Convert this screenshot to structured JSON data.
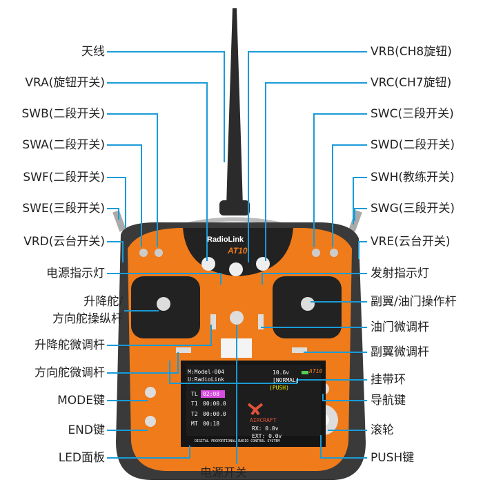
{
  "left_labels": [
    "天线",
    "VRA(旋钮开关)",
    "SWB(二段开关)",
    "SWA(二段开关)",
    "SWF(二段开关)",
    "SWE(三段开关)",
    "VRD(云台开关)",
    "电源指示灯",
    "升降舵/",
    "方向舵操纵杆",
    "升降舵微调杆",
    "方向舵微调杆",
    "MODE键",
    "END键",
    "LED面板"
  ],
  "right_labels": [
    "VRB(CH8旋钮)",
    "VRC(CH7旋钮)",
    "SWC(三段开关)",
    "SWD(二段开关)",
    "SWH(教练开关)",
    "SWG(三段开关)",
    "VRE(云台开关)",
    "发射指示灯",
    "副翼/油门操作杆",
    "油门微调杆",
    "副翼微调杆",
    "挂带环",
    "导航键",
    "滚轮",
    "PUSH键"
  ],
  "bottom_label": "电源开关",
  "device": {
    "brand": "RadioLink",
    "model": "AT10"
  },
  "screen": {
    "model": "M:Model-004",
    "user": "U:RadioLink",
    "voltage": "10.6v",
    "mode": "[NORMAL]",
    "push": "(PUSH)",
    "tl_label": "TL",
    "tl": "02:08",
    "t1_label": "T1",
    "t1": "00:00.0",
    "t2_label": "T2",
    "t2": "00:00.0",
    "mt_label": "MT",
    "mt": "00:18",
    "type": "AIRCRAFT",
    "rx": "RX: 0.0v",
    "ext": "EXT: 0.0v",
    "footer": "DIGITAL PROPORTIONAL RADIO CONTROL SYSTEM"
  },
  "colors": {
    "leader": "#1a9bd7",
    "orange": "#f07b1a",
    "body": "#3a3a3a"
  }
}
